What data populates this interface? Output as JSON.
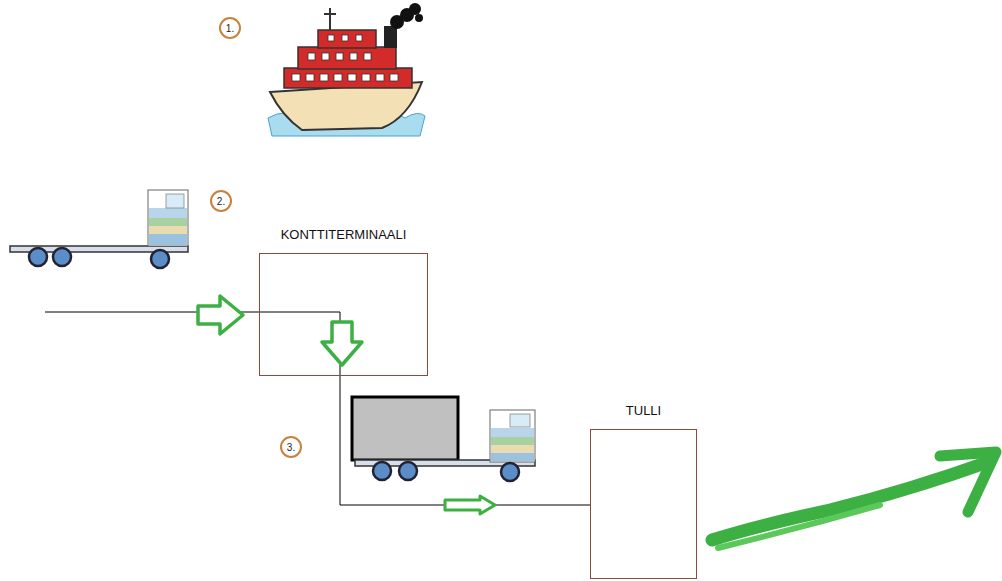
{
  "diagram": {
    "nodes": [
      {
        "text": [
          "KONTTITERMINAALI"
        ]
      },
      {
        "text": [
          "TULLI"
        ]
      }
    ],
    "edges": [
      {
        "from": 0,
        "to": 1,
        "arrow": "to"
      }
    ],
    "labels": [
      "1.",
      "2.",
      "3."
    ]
  }
}
